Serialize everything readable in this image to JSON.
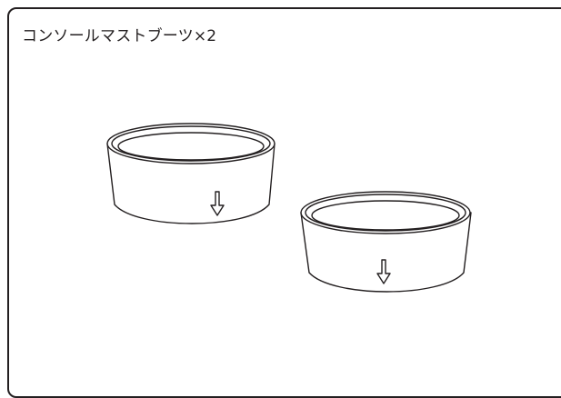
{
  "caption": "コンソールマストブーツ×2",
  "illustration": {
    "subject": "console-mast-boot",
    "line_color": "#231f20",
    "items": [
      {
        "name": "boot-1",
        "marker": "down-arrow-icon"
      },
      {
        "name": "boot-2",
        "marker": "down-arrow-icon"
      }
    ]
  }
}
